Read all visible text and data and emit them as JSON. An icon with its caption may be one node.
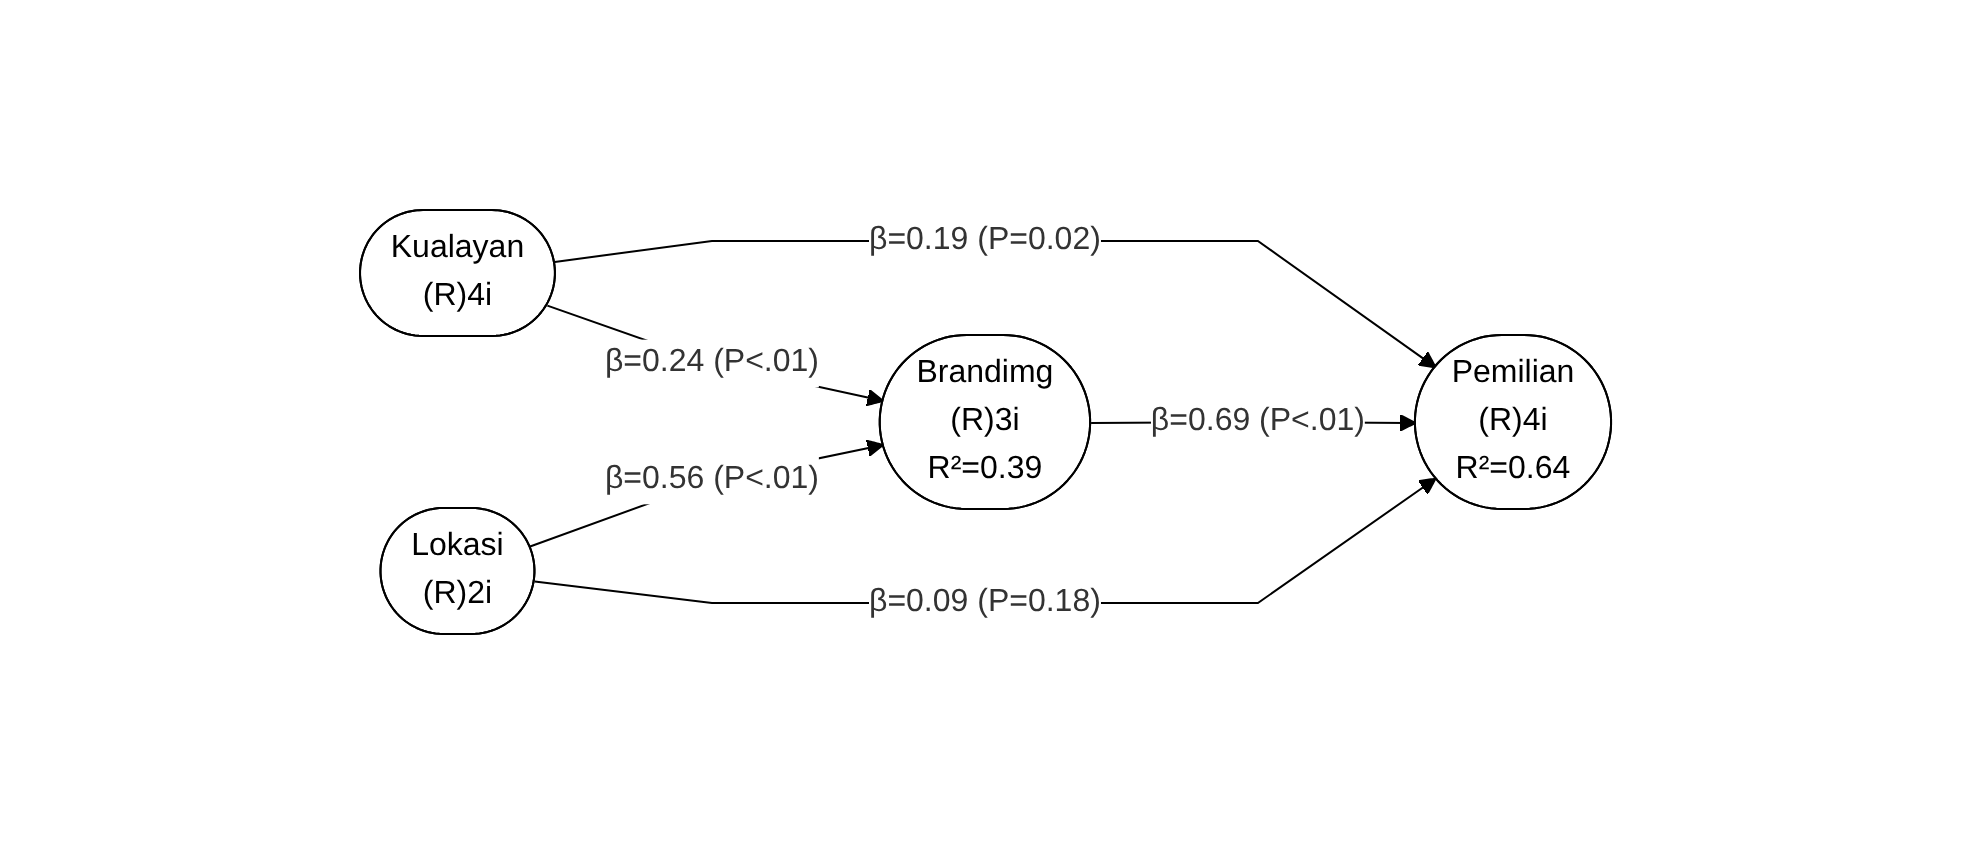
{
  "diagram": {
    "nodes": [
      {
        "text": [
          "Kualayan",
          "(R)4i"
        ]
      },
      {
        "text": [
          "Brandimg",
          "(R)3i",
          "R²=0.39"
        ]
      },
      {
        "text": [
          "Pemilian",
          "(R)4i",
          "R²=0.64"
        ]
      },
      {
        "text": [
          "Lokasi",
          "(R)2i"
        ]
      }
    ],
    "edges": [
      {
        "from": 0,
        "to": 1,
        "arrow": "to",
        "label": "β=0.24 (P<.01)"
      },
      {
        "from": 0,
        "to": 2,
        "arrow": "to",
        "label": "β=0.19 (P=0.02)"
      },
      {
        "from": 1,
        "to": 2,
        "arrow": "to",
        "label": "β=0.69 (P<.01)"
      },
      {
        "from": 3,
        "to": 1,
        "arrow": "to",
        "label": "β=0.56 (P<.01)"
      },
      {
        "from": 3,
        "to": 2,
        "arrow": "to",
        "label": "β=0.09 (P=0.18)"
      }
    ]
  }
}
